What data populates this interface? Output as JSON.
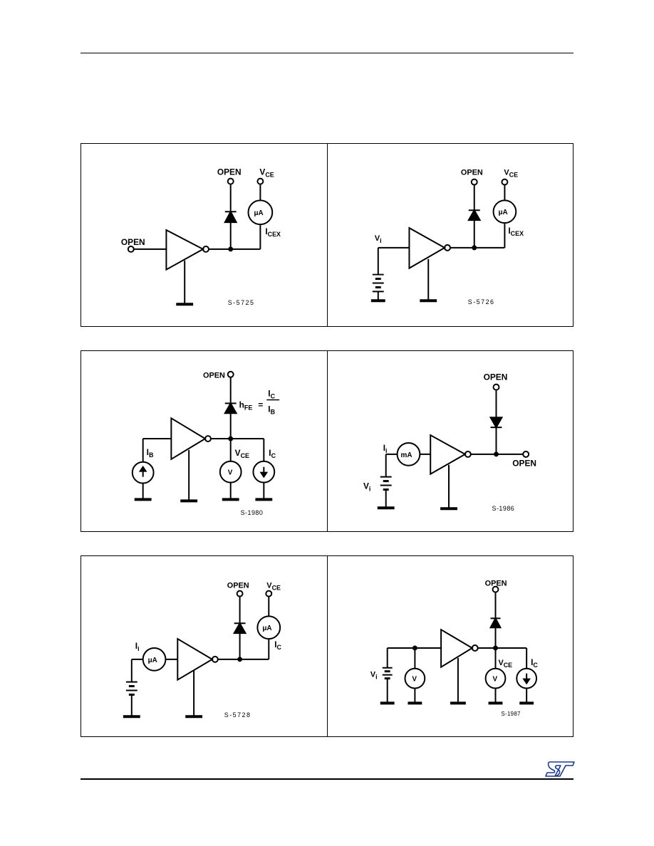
{
  "labels": {
    "open": "OPEN",
    "vce": "V",
    "vce_sub": "CE",
    "icex": "I",
    "icex_sub": "CEX",
    "vi": "V",
    "vi_sub": "i",
    "ii": "I",
    "ii_sub": "i",
    "ib": "I",
    "ib_sub": "B",
    "ic": "I",
    "ic_sub": "C",
    "hfe": "h",
    "hfe_sub": "FE",
    "equals": "=",
    "ua": "μA",
    "ma": "mA",
    "v": "V"
  },
  "codes": {
    "fig1": "S-5725",
    "fig2": "S-5726",
    "fig3": "S-1980",
    "fig4": "S-1986",
    "fig5": "S-5728",
    "fig6": "S-1987"
  }
}
